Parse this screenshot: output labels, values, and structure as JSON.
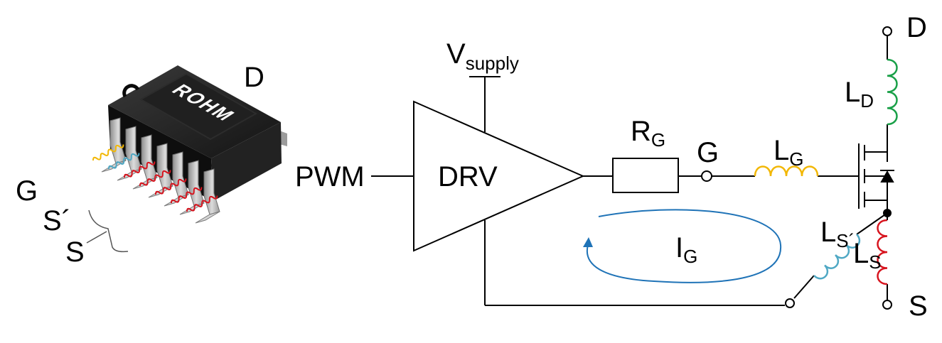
{
  "package": {
    "brand": "ROHM",
    "pin_labels": {
      "drain": "D",
      "gate": "G",
      "kelvin_source": "S´",
      "source": "S"
    }
  },
  "schematic": {
    "supply": {
      "main": "V",
      "sub": "supply"
    },
    "input_label": "PWM",
    "driver_label": "DRV",
    "gate_resistor": {
      "main": "R",
      "sub": "G"
    },
    "gate_node": "G",
    "gate_inductor": {
      "main": "L",
      "sub": "G"
    },
    "drain_inductor": {
      "main": "L",
      "sub": "D"
    },
    "drain_terminal": "D",
    "source_terminal": "S",
    "kelvin_inductor": {
      "main": "L",
      "sub": "S´"
    },
    "source_inductor": {
      "main": "L",
      "sub": "S"
    },
    "gate_current": {
      "main": "I",
      "sub": "G"
    }
  },
  "colors": {
    "gate": "#f2b705",
    "kelvin": "#4fa8c4",
    "source": "#d7141e",
    "drain": "#1aa048",
    "loop": "#1f73b7",
    "package_body": "#1b1b1b",
    "leads": "#b9b9b9"
  }
}
